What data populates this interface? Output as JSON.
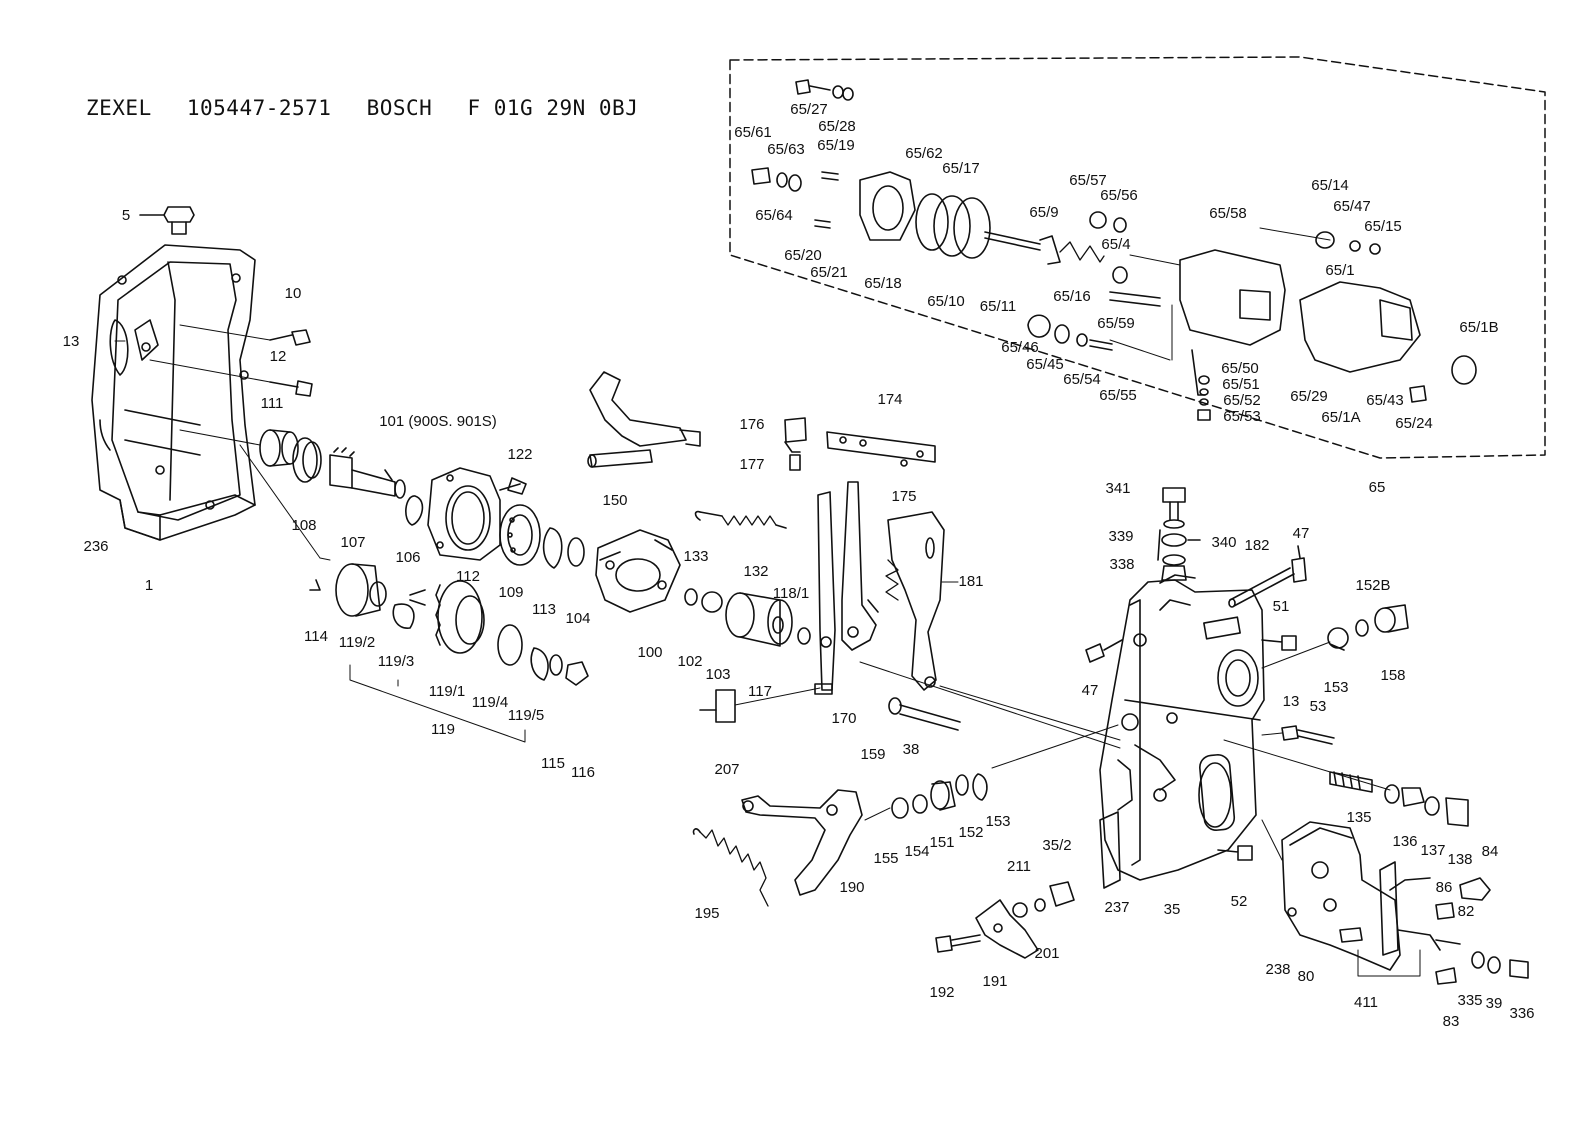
{
  "header": {
    "maker1": "ZEXEL",
    "part1": "105447-2571",
    "maker2": "BOSCH",
    "part2": "F 01G 29N 0BJ"
  },
  "callouts": [
    {
      "id": "c-65-27",
      "text": "65/27"
    },
    {
      "id": "c-65-28",
      "text": "65/28"
    },
    {
      "id": "c-65-61",
      "text": "65/61"
    },
    {
      "id": "c-65-63",
      "text": "65/63"
    },
    {
      "id": "c-65-19",
      "text": "65/19"
    },
    {
      "id": "c-65-62",
      "text": "65/62"
    },
    {
      "id": "c-65-17",
      "text": "65/17"
    },
    {
      "id": "c-65-57",
      "text": "65/57"
    },
    {
      "id": "c-65-56",
      "text": "65/56"
    },
    {
      "id": "c-65-14",
      "text": "65/14"
    },
    {
      "id": "c-65-47",
      "text": "65/47"
    },
    {
      "id": "c-65-15",
      "text": "65/15"
    },
    {
      "id": "c-65-64",
      "text": "65/64"
    },
    {
      "id": "c-65-9",
      "text": "65/9"
    },
    {
      "id": "c-65-58",
      "text": "65/58"
    },
    {
      "id": "c-65-20",
      "text": "65/20"
    },
    {
      "id": "c-65-4",
      "text": "65/4"
    },
    {
      "id": "c-65-21",
      "text": "65/21"
    },
    {
      "id": "c-65-1",
      "text": "65/1"
    },
    {
      "id": "c-65-18",
      "text": "65/18"
    },
    {
      "id": "c-65-16",
      "text": "65/16"
    },
    {
      "id": "c-65-10",
      "text": "65/10"
    },
    {
      "id": "c-65-11",
      "text": "65/11"
    },
    {
      "id": "c-65-59",
      "text": "65/59"
    },
    {
      "id": "c-65-1B",
      "text": "65/1B"
    },
    {
      "id": "c-65-46",
      "text": "65/46"
    },
    {
      "id": "c-65-45",
      "text": "65/45"
    },
    {
      "id": "c-65-54",
      "text": "65/54"
    },
    {
      "id": "c-65-55",
      "text": "65/55"
    },
    {
      "id": "c-65-50",
      "text": "65/50"
    },
    {
      "id": "c-65-51",
      "text": "65/51"
    },
    {
      "id": "c-65-52",
      "text": "65/52"
    },
    {
      "id": "c-65-53",
      "text": "65/53"
    },
    {
      "id": "c-65-29",
      "text": "65/29"
    },
    {
      "id": "c-65-43",
      "text": "65/43"
    },
    {
      "id": "c-65-1A",
      "text": "65/1A"
    },
    {
      "id": "c-65-24",
      "text": "65/24"
    },
    {
      "id": "c-65",
      "text": "65"
    },
    {
      "id": "c-5",
      "text": "5"
    },
    {
      "id": "c-10",
      "text": "10"
    },
    {
      "id": "c-13a",
      "text": "13"
    },
    {
      "id": "c-12",
      "text": "12"
    },
    {
      "id": "c-111",
      "text": "111"
    },
    {
      "id": "c-101",
      "text": "101 (900S. 901S)"
    },
    {
      "id": "c-122",
      "text": "122"
    },
    {
      "id": "c-150",
      "text": "150"
    },
    {
      "id": "c-176",
      "text": "176"
    },
    {
      "id": "c-174",
      "text": "174"
    },
    {
      "id": "c-177",
      "text": "177"
    },
    {
      "id": "c-175",
      "text": "175"
    },
    {
      "id": "c-236",
      "text": "236"
    },
    {
      "id": "c-1",
      "text": "1"
    },
    {
      "id": "c-108",
      "text": "108"
    },
    {
      "id": "c-107",
      "text": "107"
    },
    {
      "id": "c-106",
      "text": "106"
    },
    {
      "id": "c-112",
      "text": "112"
    },
    {
      "id": "c-109",
      "text": "109"
    },
    {
      "id": "c-113",
      "text": "113"
    },
    {
      "id": "c-104",
      "text": "104"
    },
    {
      "id": "c-133",
      "text": "133"
    },
    {
      "id": "c-132",
      "text": "132"
    },
    {
      "id": "c-181",
      "text": "181"
    },
    {
      "id": "c-341",
      "text": "341"
    },
    {
      "id": "c-339",
      "text": "339"
    },
    {
      "id": "c-340",
      "text": "340"
    },
    {
      "id": "c-182",
      "text": "182"
    },
    {
      "id": "c-47a",
      "text": "47"
    },
    {
      "id": "c-338",
      "text": "338"
    },
    {
      "id": "c-152B",
      "text": "152B"
    },
    {
      "id": "c-51",
      "text": "51"
    },
    {
      "id": "c-114",
      "text": "114"
    },
    {
      "id": "c-119-2",
      "text": "119/2"
    },
    {
      "id": "c-119-3",
      "text": "119/3"
    },
    {
      "id": "c-118-1",
      "text": "118/1"
    },
    {
      "id": "c-100",
      "text": "100"
    },
    {
      "id": "c-102",
      "text": "102"
    },
    {
      "id": "c-103",
      "text": "103"
    },
    {
      "id": "c-117",
      "text": "117"
    },
    {
      "id": "c-170",
      "text": "170"
    },
    {
      "id": "c-47b",
      "text": "47"
    },
    {
      "id": "c-153a",
      "text": "153"
    },
    {
      "id": "c-158",
      "text": "158"
    },
    {
      "id": "c-119-1",
      "text": "119/1"
    },
    {
      "id": "c-119-4",
      "text": "119/4"
    },
    {
      "id": "c-119-5",
      "text": "119/5"
    },
    {
      "id": "c-119",
      "text": "119"
    },
    {
      "id": "c-115",
      "text": "115"
    },
    {
      "id": "c-116",
      "text": "116"
    },
    {
      "id": "c-207",
      "text": "207"
    },
    {
      "id": "c-38",
      "text": "38"
    },
    {
      "id": "c-13b",
      "text": "13"
    },
    {
      "id": "c-53",
      "text": "53"
    },
    {
      "id": "c-159",
      "text": "159"
    },
    {
      "id": "c-135",
      "text": "135"
    },
    {
      "id": "c-155",
      "text": "155"
    },
    {
      "id": "c-154",
      "text": "154"
    },
    {
      "id": "c-151",
      "text": "151"
    },
    {
      "id": "c-152",
      "text": "152"
    },
    {
      "id": "c-153b",
      "text": "153"
    },
    {
      "id": "c-136",
      "text": "136"
    },
    {
      "id": "c-137",
      "text": "137"
    },
    {
      "id": "c-138",
      "text": "138"
    },
    {
      "id": "c-84",
      "text": "84"
    },
    {
      "id": "c-190",
      "text": "190"
    },
    {
      "id": "c-211",
      "text": "211"
    },
    {
      "id": "c-35-2",
      "text": "35/2"
    },
    {
      "id": "c-86",
      "text": "86"
    },
    {
      "id": "c-195",
      "text": "195"
    },
    {
      "id": "c-237",
      "text": "237"
    },
    {
      "id": "c-35",
      "text": "35"
    },
    {
      "id": "c-52",
      "text": "52"
    },
    {
      "id": "c-82",
      "text": "82"
    },
    {
      "id": "c-201",
      "text": "201"
    },
    {
      "id": "c-191",
      "text": "191"
    },
    {
      "id": "c-192",
      "text": "192"
    },
    {
      "id": "c-238",
      "text": "238"
    },
    {
      "id": "c-80",
      "text": "80"
    },
    {
      "id": "c-411",
      "text": "411"
    },
    {
      "id": "c-335",
      "text": "335"
    },
    {
      "id": "c-39",
      "text": "39"
    },
    {
      "id": "c-336",
      "text": "336"
    },
    {
      "id": "c-83",
      "text": "83"
    }
  ]
}
